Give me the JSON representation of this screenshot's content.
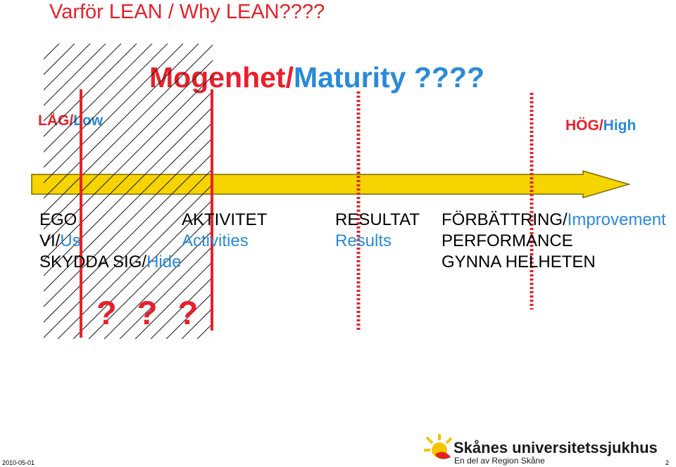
{
  "slide": {
    "title": "Varför LEAN / Why LEAN????",
    "maturity": {
      "sv": "Mogenhet/",
      "en": "Maturity ????"
    },
    "low": {
      "sv": "LÅG/",
      "en": "Low"
    },
    "high": {
      "sv": "HÖG/",
      "en": "High"
    },
    "stages": {
      "ego": {
        "line1": "EGO",
        "line2_sv": "VI/",
        "line2_en": "Us",
        "line3_sv": "SKYDDA SIG/",
        "line3_en": "Hide"
      },
      "activity": {
        "sv": "AKTIVITET",
        "en": "Activities"
      },
      "result": {
        "sv": "RESULTAT",
        "en": "Results"
      },
      "improvement": {
        "line1_sv": "FÖRBÄTTRING/",
        "line1_en": "Improvement",
        "line2": "PERFORMANCE",
        "line3": "GYNNA HELHETEN"
      }
    },
    "question_marks": "? ? ?"
  },
  "footer": {
    "date": "2010-05-01",
    "page": "2",
    "logo_name": "Skånes universitetssjukhus",
    "logo_sub": "En del av Region Skåne"
  },
  "colors": {
    "red": "#e8202a",
    "blue": "#2a8ad8",
    "arrow_fill": "#f5d400",
    "logo_yellow": "#f5c400",
    "logo_red": "#e2231a"
  }
}
